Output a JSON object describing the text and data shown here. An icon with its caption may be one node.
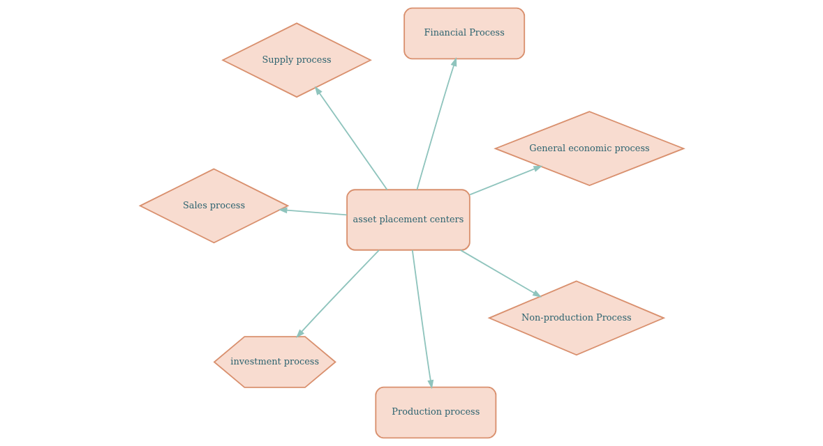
{
  "diagram": {
    "nodes": [
      {
        "text": [
          "Supply process"
        ]
      },
      {
        "text": [
          "General economic process"
        ]
      },
      {
        "text": [
          "Production process"
        ]
      },
      {
        "text": [
          "asset placement centers"
        ]
      },
      {
        "text": [
          "Financial Process"
        ]
      },
      {
        "text": [
          "Sales process"
        ]
      },
      {
        "text": [
          "investment process"
        ]
      },
      {
        "text": [
          "Non-production Process"
        ]
      }
    ],
    "edges": [
      {
        "from": 3,
        "to": 0,
        "arrow": "to"
      },
      {
        "from": 3,
        "to": 1,
        "arrow": "to"
      },
      {
        "from": 3,
        "to": 2,
        "arrow": "to"
      },
      {
        "from": 3,
        "to": 4,
        "arrow": "to"
      },
      {
        "from": 3,
        "to": 5,
        "arrow": "to"
      },
      {
        "from": 3,
        "to": 6,
        "arrow": "to"
      },
      {
        "from": 3,
        "to": 7,
        "arrow": "to"
      }
    ]
  }
}
